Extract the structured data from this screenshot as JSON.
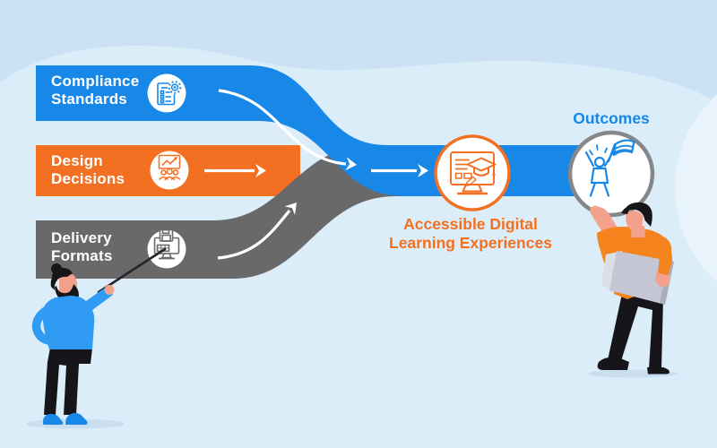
{
  "diagram": {
    "bands": [
      {
        "label": "Compliance\nStandards",
        "color": "#1787E8",
        "icon": "certified-checklist-icon"
      },
      {
        "label": "Design\nDecisions",
        "color": "#F36F21",
        "icon": "team-analytics-icon"
      },
      {
        "label": "Delivery\nFormats",
        "color": "#696969",
        "icon": "device-formats-icon"
      }
    ],
    "merge_caption": {
      "text": "Accessible Digital\nLearning Experiences",
      "color": "#F4701D",
      "icon": "elearning-monitor-icon"
    },
    "outcome": {
      "label": "Outcomes",
      "color": "#1787E8",
      "icon": "celebrating-person-flag-icon"
    },
    "arrow_color": "#FFFFFF",
    "background": {
      "base": "#CBE2F5",
      "wave": "#DCEDFA",
      "blob": "#E9F3FC"
    }
  }
}
